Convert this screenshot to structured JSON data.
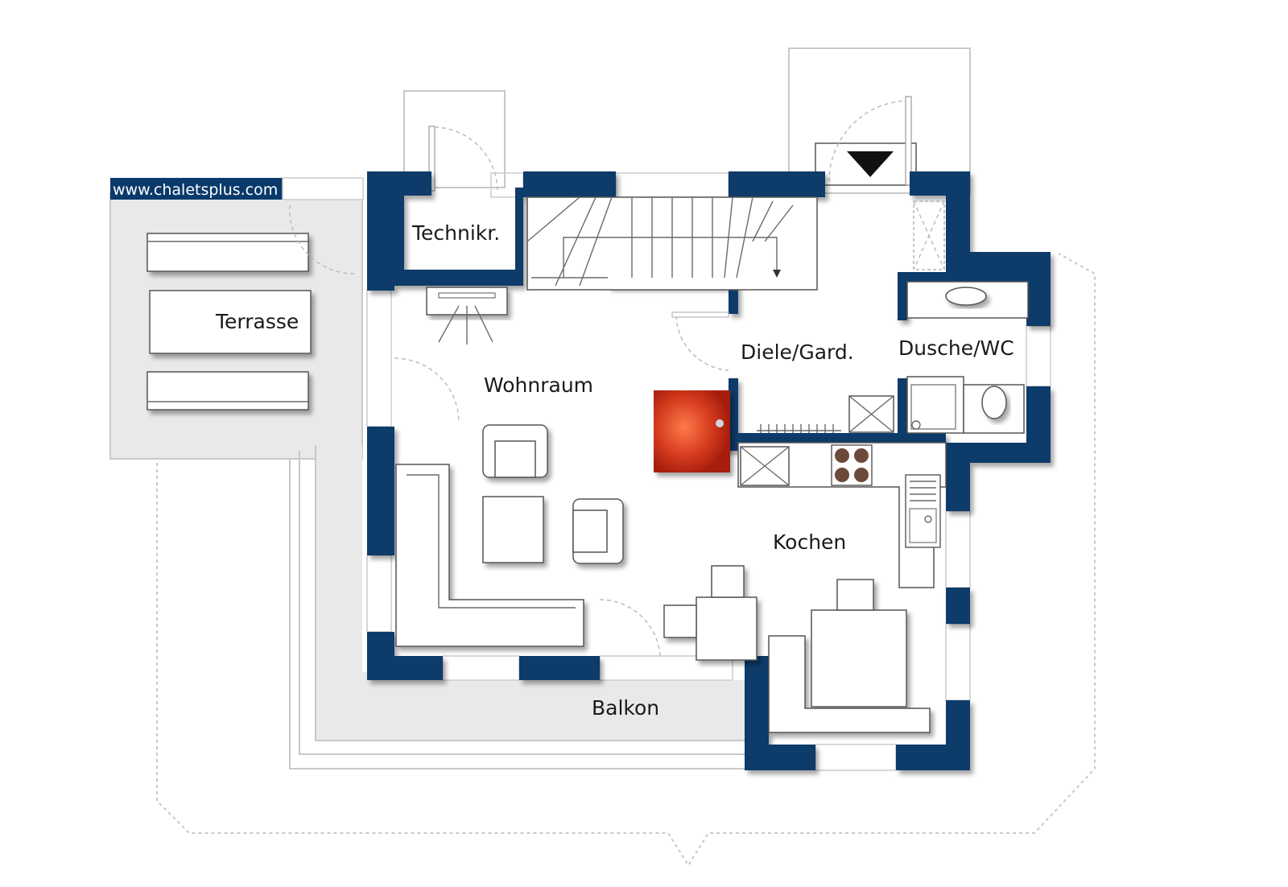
{
  "watermark": "www.chaletsplus.com",
  "rooms": {
    "technik": "Technikr.",
    "terrasse": "Terrasse",
    "wohnraum": "Wohnraum",
    "diele": "Diele/Gard.",
    "dusche": "Dusche/WC",
    "kochen": "Kochen",
    "balkon": "Balkon"
  },
  "colors": {
    "wall": "#0a3a6b",
    "stove": "#d43b1e",
    "paving": "#e9e9e9"
  },
  "icons": [
    "stair-arrow-icon",
    "entrance-arrow-icon",
    "stove-icon",
    "hob-icon",
    "sink-icon",
    "toilet-icon",
    "washbasin-icon",
    "shower-icon"
  ]
}
